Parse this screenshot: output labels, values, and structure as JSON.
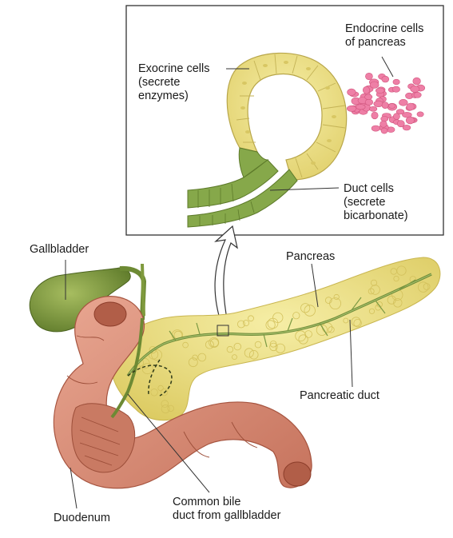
{
  "inset": {
    "exocrine_label": [
      "Exocrine cells",
      "(secrete",
      "enzymes)"
    ],
    "endocrine_label": [
      "Endocrine cells",
      "of pancreas"
    ],
    "duct_label": [
      "Duct cells",
      "(secrete",
      "bicarbonate)"
    ]
  },
  "anatomy": {
    "gallbladder": "Gallbladder",
    "pancreas": "Pancreas",
    "pancreatic_duct": "Pancreatic duct",
    "duodenum": "Duodenum",
    "common_bile_duct": [
      "Common bile",
      "duct from gallbladder"
    ]
  },
  "colors": {
    "exocrine": "#ede38a",
    "duct": "#86a84a",
    "endocrine": "#ee7fa6",
    "pancreas": "#eee288",
    "duodenum": "#dc8e78",
    "gallbladder": "#7f9a3d"
  }
}
